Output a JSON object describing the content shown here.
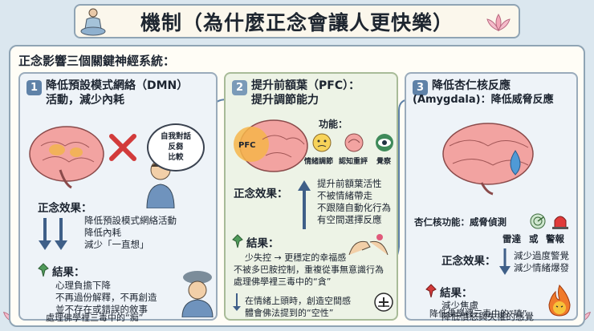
{
  "title": "機制（為什麼正念會讓人更快樂）",
  "intro": "正念影響三個關鍵神經系統：",
  "cards": [
    {
      "num": "1",
      "title_l1": "降低預設模式網絡（DMN）",
      "title_l2": "活動，減少內耗",
      "bubble": [
        "自我對話",
        "反芻",
        "比較"
      ],
      "effect_label": "正念效果：",
      "effects": [
        "降低預設模式網絡活動",
        "降低內耗",
        "減少「一直想」"
      ],
      "result_label": "結果：",
      "results": [
        "心理負擔下降",
        "不再過份解釋，不再創造",
        "並不存在或錯誤的敘事",
        "處理佛學裡三毒中的“痴”"
      ]
    },
    {
      "num": "2",
      "title_l1": "提升前額葉（PFC）：",
      "title_l2": "提升調節能力",
      "pfc_tag": "PFC",
      "functions_label": "功能：",
      "functions": [
        "情緒調節",
        "認知重評",
        "覺察"
      ],
      "effect_label": "正念效果：",
      "effects": [
        "提升前額葉活性",
        "不被情緒帶走",
        "不跟隨自動化行為",
        "有空間選擇反應"
      ],
      "result_label": "結果：",
      "results": [
        "少失控 → 更穩定的幸福感",
        "不被多巴胺控制，重複從事無意識行為",
        "處理佛學裡三毒中的“貪”",
        "在情緒上頭時，創造空間感",
        "體會佛法提到的“空性”"
      ]
    },
    {
      "num": "3",
      "title_l1": "降低杏仁核反應",
      "title_l2": "(Amygdala)：降低威脅反應",
      "amygdala_func": "杏仁核功能：威脅偵測",
      "radar": "雷達",
      "or": "或",
      "alarm": "警報",
      "effect_label": "正念效果：",
      "effects": [
        "減少過度警覺",
        "減少情緒爆發"
      ],
      "result_label": "結果：",
      "results": [
        "減少焦慮",
        "降低憤怒與失權的感覺",
        "降低佛學裡三毒中的“嗔”"
      ]
    }
  ],
  "colors": {
    "accent": "#5f82a8",
    "panel_border": "#8fa4b4",
    "green_card": "#edf3e6",
    "fire": "#f07a2a"
  }
}
